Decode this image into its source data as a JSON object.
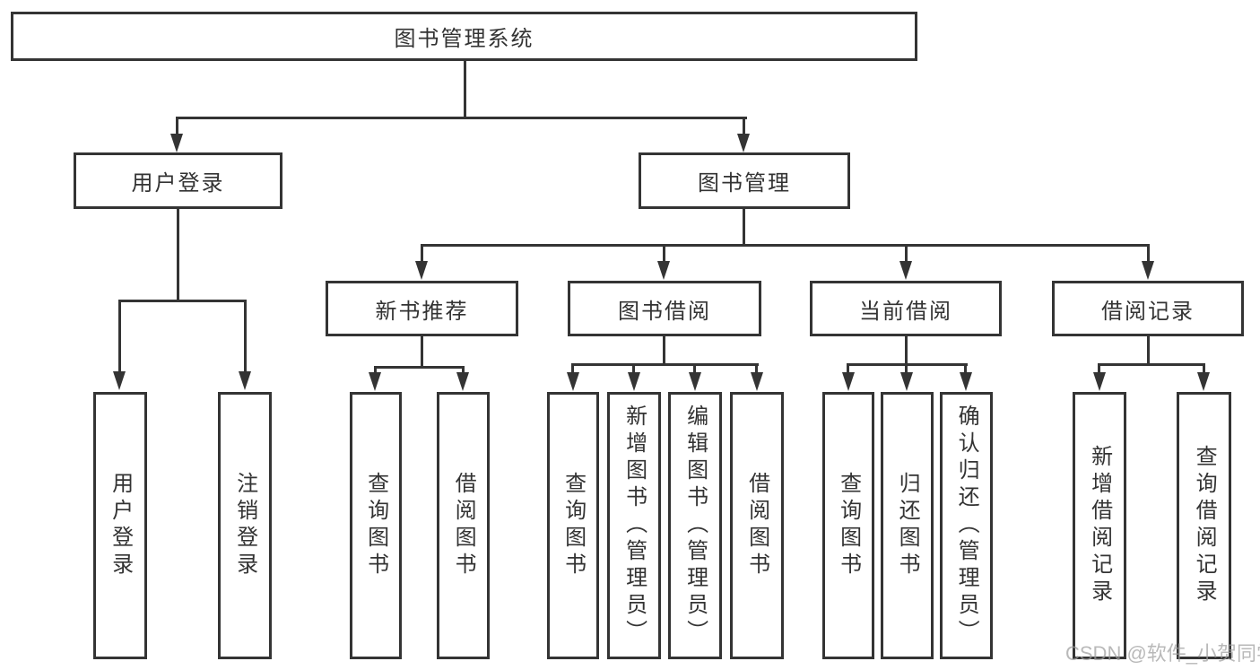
{
  "tree": {
    "label": "图书管理系统",
    "children": [
      {
        "label": "用户登录",
        "children": [
          {
            "label": "用户登录"
          },
          {
            "label": "注销登录"
          }
        ]
      },
      {
        "label": "图书管理",
        "children": [
          {
            "label": "新书推荐",
            "children": [
              {
                "label": "查询图书"
              },
              {
                "label": "借阅图书"
              }
            ]
          },
          {
            "label": "图书借阅",
            "children": [
              {
                "label": "查询图书"
              },
              {
                "label": "新增图书（管理员）"
              },
              {
                "label": "编辑图书（管理员）"
              },
              {
                "label": "借阅图书"
              }
            ]
          },
          {
            "label": "当前借阅",
            "children": [
              {
                "label": "查询图书"
              },
              {
                "label": "归还图书"
              },
              {
                "label": "确认归还（管理员）"
              }
            ]
          },
          {
            "label": "借阅记录",
            "children": [
              {
                "label": "新增借阅记录"
              },
              {
                "label": "查询借阅记录"
              }
            ]
          }
        ]
      }
    ]
  },
  "watermark": {
    "text": "CSDN @软件_小贺同学"
  },
  "colors": {
    "line": "#343434",
    "text": "#333333",
    "background": "#ffffff",
    "watermark": "#9e9e9e"
  }
}
